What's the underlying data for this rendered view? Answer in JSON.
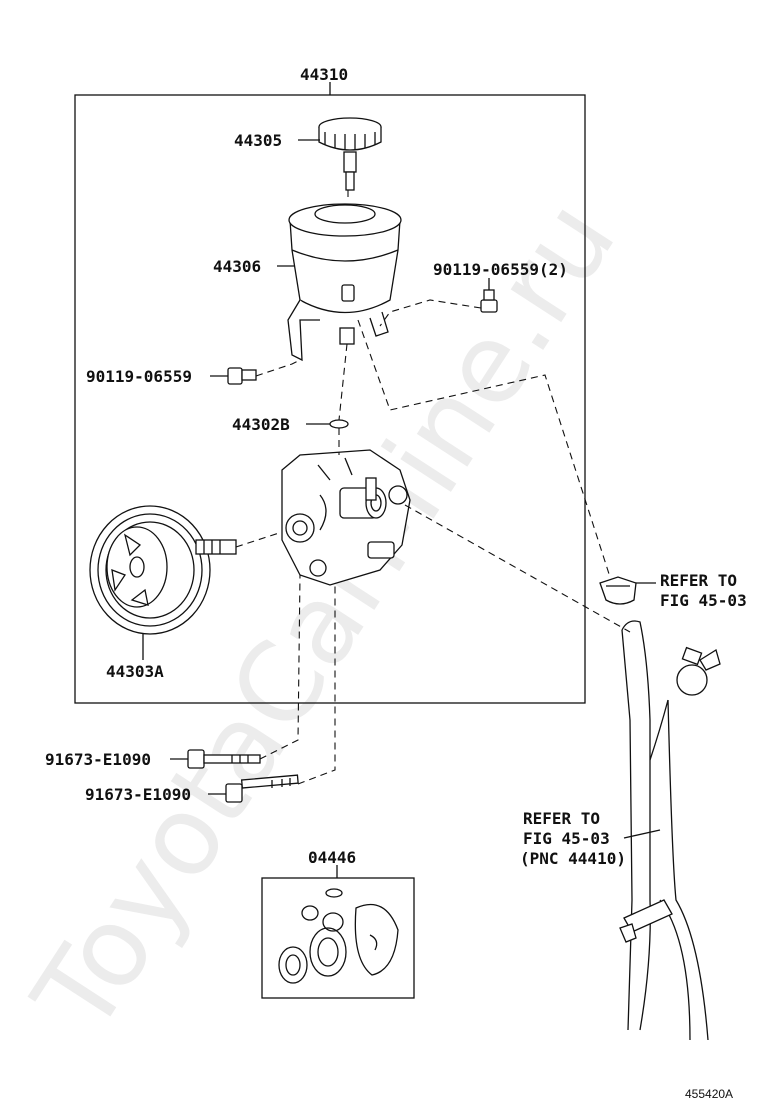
{
  "watermark": "ToyotaCarMine.ru",
  "figure_code": "455420A",
  "labels": {
    "assy": "44310",
    "cap": "44305",
    "reservoir": "44306",
    "bolt_right": "90119-06559(2)",
    "bolt_left": "90119-06559",
    "oring": "44302B",
    "pulley": "44303A",
    "bolt1": "91673-E1090",
    "bolt2": "91673-E1090",
    "kit": "04446",
    "ref1_line1": "REFER TO",
    "ref1_line2": "FIG 45-03",
    "ref2_line1": "REFER TO",
    "ref2_line2": "FIG 45-03",
    "ref2_line3": "(PNC 44410)"
  }
}
